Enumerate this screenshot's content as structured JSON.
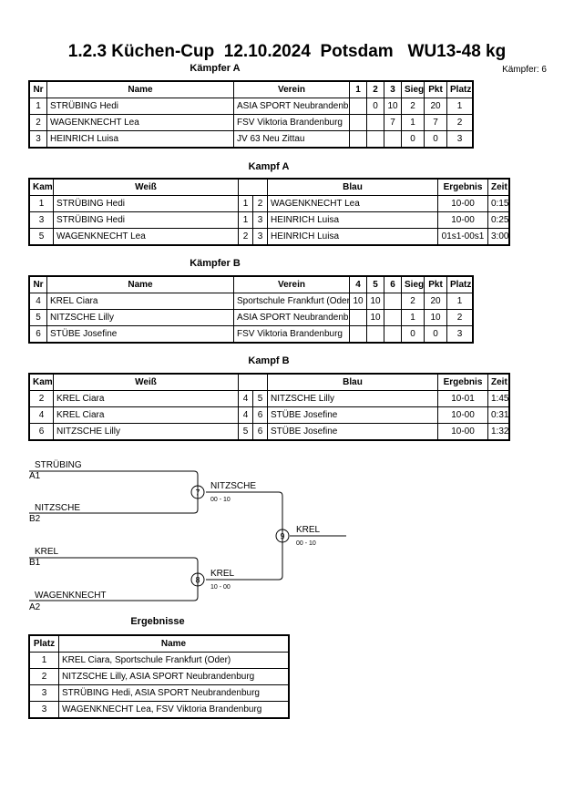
{
  "header": {
    "title": "1.2.3 Küchen-Cup  12.10.2024  Potsdam   WU13-48 kg",
    "fighter_count": "Kämpfer: 6"
  },
  "pool_a": {
    "caption": "Kämpfer A",
    "columns": [
      "Nr",
      "Name",
      "Verein",
      "1",
      "2",
      "3",
      "Siege",
      "Pkt",
      "Platz"
    ],
    "rows": [
      {
        "nr": "1",
        "name": "STRÜBING Hedi",
        "club": "ASIA SPORT Neubrandenburg",
        "r1": "",
        "r2": "0",
        "r3": "10",
        "wins": "2",
        "pts": "20",
        "place": "1"
      },
      {
        "nr": "2",
        "name": "WAGENKNECHT Lea",
        "club": "FSV Viktoria Brandenburg",
        "r1": "",
        "r2": "",
        "r3": "7",
        "wins": "1",
        "pts": "7",
        "place": "2"
      },
      {
        "nr": "3",
        "name": "HEINRICH Luisa",
        "club": "JV 63 Neu Zittau",
        "r1": "",
        "r2": "",
        "r3": "",
        "wins": "0",
        "pts": "0",
        "place": "3"
      }
    ]
  },
  "fights_a": {
    "caption": "Kampf A",
    "columns": [
      "Kampf",
      "Weiß",
      "Blau",
      "Ergebnis",
      "Zeit"
    ],
    "rows": [
      {
        "fight": "1",
        "white": "STRÜBING Hedi",
        "wn": "1",
        "bn": "2",
        "blue": "WAGENKNECHT Lea",
        "result": "10-00",
        "time": "0:15"
      },
      {
        "fight": "3",
        "white": "STRÜBING Hedi",
        "wn": "1",
        "bn": "3",
        "blue": "HEINRICH Luisa",
        "result": "10-00",
        "time": "0:25"
      },
      {
        "fight": "5",
        "white": "WAGENKNECHT Lea",
        "wn": "2",
        "bn": "3",
        "blue": "HEINRICH Luisa",
        "result": "01s1-00s1",
        "time": "3:00"
      }
    ]
  },
  "pool_b": {
    "caption": "Kämpfer B",
    "columns": [
      "Nr",
      "Name",
      "Verein",
      "4",
      "5",
      "6",
      "Siege",
      "Pkt",
      "Platz"
    ],
    "rows": [
      {
        "nr": "4",
        "name": "KREL Ciara",
        "club": "Sportschule Frankfurt (Oder)",
        "r1": "10",
        "r2": "10",
        "r3": "",
        "wins": "2",
        "pts": "20",
        "place": "1"
      },
      {
        "nr": "5",
        "name": "NITZSCHE Lilly",
        "club": "ASIA SPORT Neubrandenburg",
        "r1": "",
        "r2": "10",
        "r3": "",
        "wins": "1",
        "pts": "10",
        "place": "2"
      },
      {
        "nr": "6",
        "name": "STÜBE Josefine",
        "club": "FSV Viktoria Brandenburg",
        "r1": "",
        "r2": "",
        "r3": "",
        "wins": "0",
        "pts": "0",
        "place": "3"
      }
    ]
  },
  "fights_b": {
    "caption": "Kampf B",
    "columns": [
      "Kampf",
      "Weiß",
      "Blau",
      "Ergebnis",
      "Zeit"
    ],
    "rows": [
      {
        "fight": "2",
        "white": "KREL Ciara",
        "wn": "4",
        "bn": "5",
        "blue": "NITZSCHE Lilly",
        "result": "10-01",
        "time": "1:45"
      },
      {
        "fight": "4",
        "white": "KREL Ciara",
        "wn": "4",
        "bn": "6",
        "blue": "STÜBE Josefine",
        "result": "10-00",
        "time": "0:31"
      },
      {
        "fight": "6",
        "white": "NITZSCHE Lilly",
        "wn": "5",
        "bn": "6",
        "blue": "STÜBE Josefine",
        "result": "10-00",
        "time": "1:32"
      }
    ]
  },
  "bracket": {
    "entries": [
      {
        "name": "STRÜBING",
        "seed": "A1"
      },
      {
        "name": "NITZSCHE",
        "seed": "B2"
      },
      {
        "name": "KREL",
        "seed": "B1"
      },
      {
        "name": "WAGENKNECHT",
        "seed": "A2"
      }
    ],
    "semi1": {
      "fight": "7",
      "winner": "NITZSCHE",
      "score": "00 - 10"
    },
    "semi2": {
      "fight": "8",
      "winner": "KREL",
      "score": "10 - 00"
    },
    "final": {
      "fight": "9",
      "winner": "KREL",
      "score": "00 - 10"
    }
  },
  "results": {
    "caption": "Ergebnisse",
    "columns": [
      "Platz",
      "Name"
    ],
    "rows": [
      {
        "place": "1",
        "name": "KREL Ciara, Sportschule Frankfurt (Oder)"
      },
      {
        "place": "2",
        "name": "NITZSCHE Lilly, ASIA SPORT Neubrandenburg"
      },
      {
        "place": "3",
        "name": "STRÜBING Hedi, ASIA SPORT Neubrandenburg"
      },
      {
        "place": "3",
        "name": "WAGENKNECHT Lea, FSV Viktoria Brandenburg"
      }
    ]
  }
}
